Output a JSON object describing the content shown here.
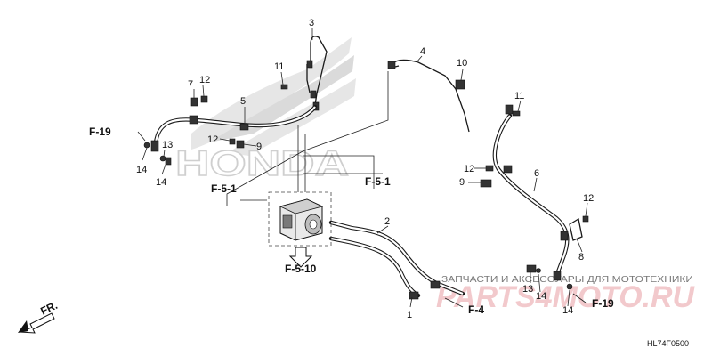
{
  "parts": {
    "p1": "1",
    "p2": "2",
    "p3": "3",
    "p4": "4",
    "p5": "5",
    "p6": "6",
    "p7": "7",
    "p8": "8",
    "p9a": "9",
    "p9b": "9",
    "p10": "10",
    "p11a": "11",
    "p11b": "11",
    "p12a": "12",
    "p12b": "12",
    "p12c": "12",
    "p12d": "12",
    "p13a": "13",
    "p13b": "13",
    "p14a": "14",
    "p14b": "14",
    "p14c": "14",
    "p14d": "14"
  },
  "refs": {
    "f19_left": "F-19",
    "f19_right": "F-19",
    "f51_left": "F-5-1",
    "f51_right": "F-5-1",
    "f510": "F-5-10",
    "f4": "F-4"
  },
  "front_label": "FR.",
  "background_brand": "HONDA",
  "watermark": {
    "text": "ЗАПЧАСТИ И АКСЕССУАРЫ ДЛЯ МОТОТЕХНИКИ",
    "logo": "PARTS4MOTO.RU"
  },
  "drawing_code": "HL74F0500",
  "colors": {
    "line": "#1a1a1a",
    "honda_wing": "#e3e3e3",
    "watermark_logo": "#f2c9cc",
    "watermark_text": "#7a7a7a"
  }
}
